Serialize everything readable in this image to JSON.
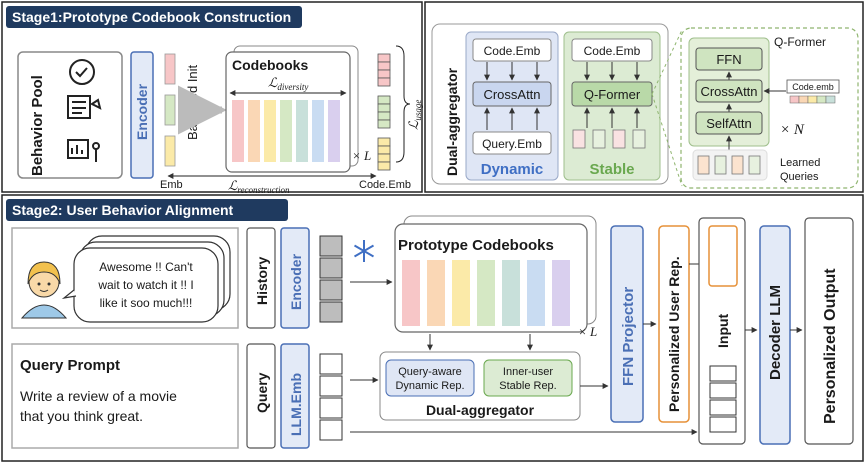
{
  "stage1": {
    "title": "Stage1:Prototype Codebook Construction",
    "behavior_pool": "Behavior Pool",
    "encoder": "Encoder",
    "balanced_init": "Balanced Init",
    "codebooks": "Codebooks",
    "l_diversity": "ℒ",
    "l_diversity_sub": "diversity",
    "x_L": "× L",
    "l_usage": "ℒ",
    "l_usage_sub": "usage",
    "emb": "Emb",
    "l_reconstruction": "ℒ",
    "l_reconstruction_sub": "reconstruction",
    "code_emb_out": "Code.Emb"
  },
  "dual": {
    "title": "Dual-aggregator",
    "dyn_code_emb": "Code.Emb",
    "dyn_crossattn": "CrossAttn",
    "dyn_query_emb": "Query.Emb",
    "dynamic": "Dynamic",
    "st_code_emb": "Code.Emb",
    "st_qformer": "Q-Former",
    "stable": "Stable",
    "qformer_title": "Q-Former",
    "ffn": "FFN",
    "crossattn": "CrossAttn",
    "selfattn": "SelfAttn",
    "code_emb_small": "Code.emb",
    "x_N": "× N",
    "learned_queries_1": "Learned",
    "learned_queries_2": "Queries"
  },
  "stage2": {
    "title": "Stage2: User Behavior Alignment",
    "bubble_1": "Awesome !! Can't",
    "bubble_2": "wait to watch it !! I",
    "bubble_3": "like it soo much!!!",
    "history": "History",
    "encoder": "Encoder",
    "proto_codebooks": "Prototype Codebooks",
    "x_L": "× L",
    "query_prompt_title": "Query Prompt",
    "query_prompt_1": "Write a review of a movie",
    "query_prompt_2": "that you think great.",
    "query": "Query",
    "llm_emb": "LLM.Emb",
    "dyn_rep_1": "Query-aware",
    "dyn_rep_2": "Dynamic Rep.",
    "st_rep_1": "Inner-user",
    "st_rep_2": "Stable Rep.",
    "dual_aggregator": "Dual-aggregator",
    "ffn_projector": "FFN Projector",
    "personalized_user_rep": "Personalized User Rep.",
    "input": "Input",
    "decoder_llm": "Decoder LLM",
    "personalized_output": "Personalized Output"
  },
  "colors": {
    "stage_banner": "#1f3a5f",
    "encoder_fill": "#e3eaf7",
    "encoder_text": "#4a6fb5",
    "dynamic_text": "#3f6fc4",
    "stable_text": "#6aa84f",
    "user_rep_border": "#e69138",
    "codebook_colors": [
      "#f7c6c7",
      "#fad7b5",
      "#fbeaa8",
      "#d5e8c4",
      "#c8e0da",
      "#c9dcf2",
      "#d9cfee"
    ]
  }
}
